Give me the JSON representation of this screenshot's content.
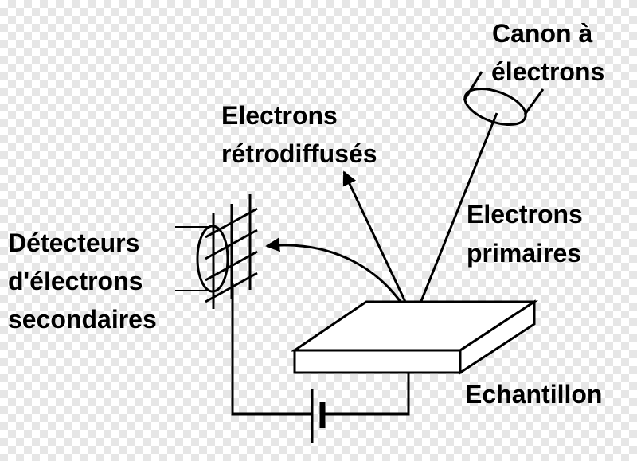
{
  "labels": {
    "canon_line1": "Canon à",
    "canon_line2": "électrons",
    "retro_line1": "Electrons",
    "retro_line2": "rétrodiffusés",
    "primaires_line1": "Electrons",
    "primaires_line2": "primaires",
    "detecteurs_line1": "Détecteurs",
    "detecteurs_line2": "d'électrons",
    "detecteurs_line3": "secondaires",
    "echantillon": "Echantillon"
  },
  "colors": {
    "stroke": "#000000",
    "background_checker": "#e6e6e6",
    "sample_fill": "#ffffff"
  }
}
